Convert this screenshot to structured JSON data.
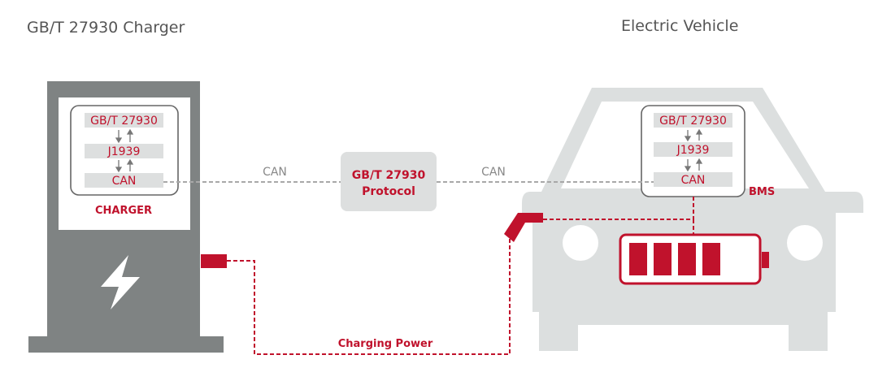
{
  "titles": {
    "charger": "GB/T 27930 Charger",
    "vehicle": "Electric Vehicle"
  },
  "charger_stack": {
    "top": "GB/T 27930",
    "middle": "J1939",
    "bottom": "CAN",
    "label": "CHARGER"
  },
  "vehicle_stack": {
    "top": "GB/T 27930",
    "middle": "J1939",
    "bottom": "CAN",
    "label": "BMS"
  },
  "links": {
    "can_left": "CAN",
    "can_right": "CAN",
    "power": "Charging Power"
  },
  "protocol": {
    "line1": "GB/T 27930",
    "line2": "Protocol"
  },
  "battery": {
    "cells_filled": 4,
    "cells_total": 5
  },
  "colors": {
    "accent": "#c0122c",
    "charger_gray": "#7f8383",
    "car_gray": "#dcdfdf",
    "box_gray": "#dddfdf",
    "text_gray": "#555555",
    "line_gray": "#a8a8a8"
  }
}
